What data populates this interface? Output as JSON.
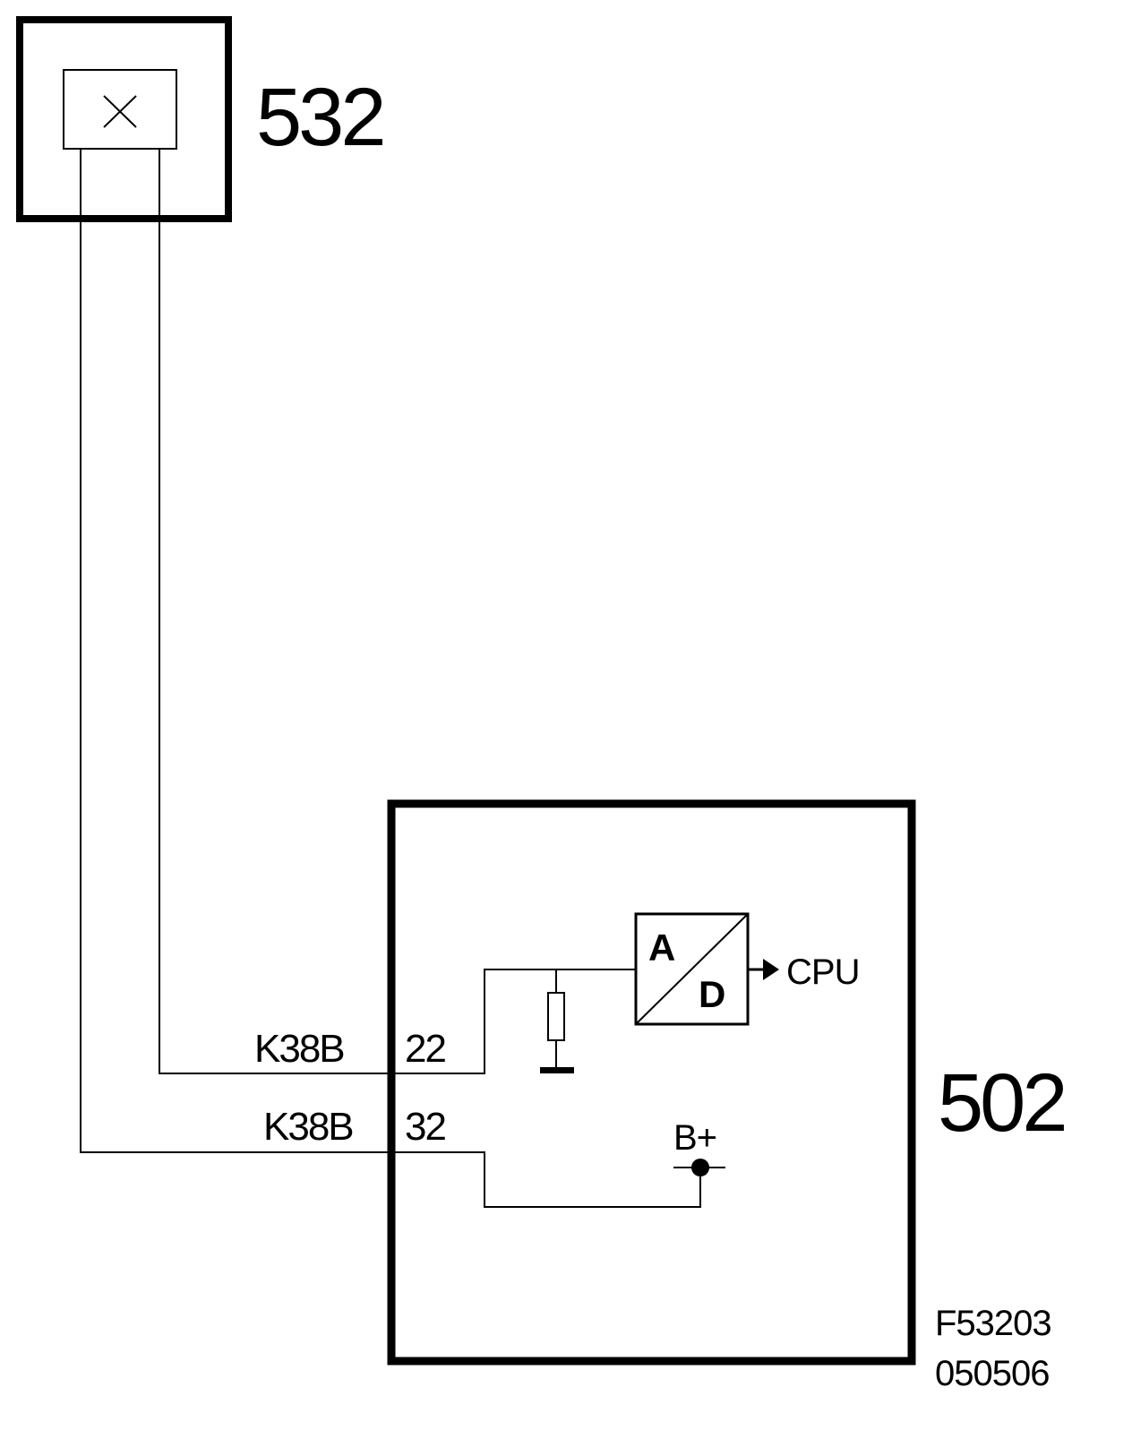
{
  "components": {
    "sensor": {
      "label": "532"
    },
    "control_unit": {
      "label": "502"
    }
  },
  "connections": [
    {
      "connector": "K38B",
      "pin": "22"
    },
    {
      "connector": "K38B",
      "pin": "32"
    }
  ],
  "converter": {
    "in_label": "A",
    "out_label": "D",
    "target": "CPU"
  },
  "supply": {
    "label": "B+"
  },
  "figure_ref": {
    "line1": "F53203",
    "line2": "050506"
  },
  "colors": {
    "line": "#000000",
    "background": "#ffffff"
  }
}
